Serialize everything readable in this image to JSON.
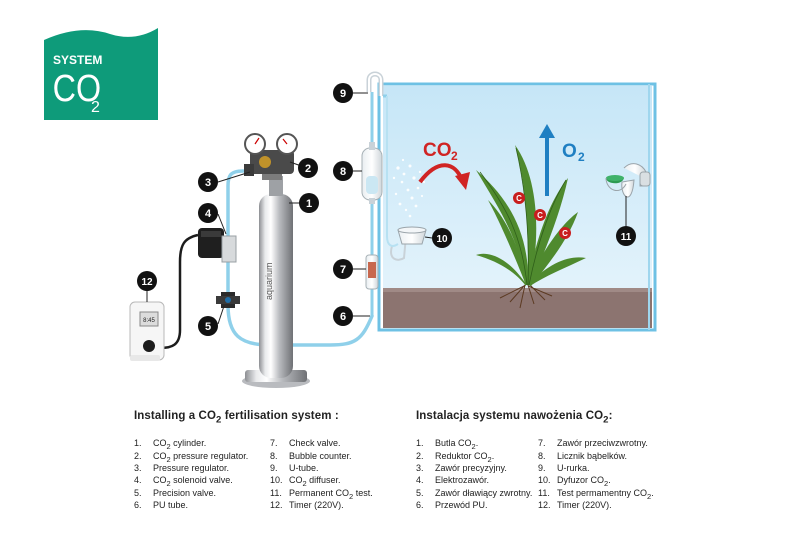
{
  "logo": {
    "line1": "SYSTEM",
    "line2": "CO",
    "line2_sub": "2",
    "color": "#0e9b7a"
  },
  "labels": {
    "co2": "CO",
    "co2_sub": "2",
    "o2": "O",
    "o2_sub": "2",
    "c": "C",
    "timer_display": "8:45"
  },
  "markers": [
    "1",
    "2",
    "3",
    "4",
    "5",
    "6",
    "7",
    "8",
    "9",
    "10",
    "11",
    "12"
  ],
  "colors": {
    "tube": "#8fd0ea",
    "water": "#d7eefa",
    "co2_arrow": "#d02424",
    "o2_arrow": "#1f7fc2",
    "substrate": "#8c7470",
    "logo": "#0e9b7a"
  },
  "legend_en": {
    "title_prefix": "Installing a CO",
    "title_sub": "2",
    "title_suffix": " fertilisation system :",
    "col1": [
      {
        "n": "1.",
        "pre": "CO",
        "sub": "2",
        "post": " cylinder."
      },
      {
        "n": "2.",
        "pre": "CO",
        "sub": "2",
        "post": " pressure regulator."
      },
      {
        "n": "3.",
        "pre": "Pressure regulator.",
        "sub": "",
        "post": ""
      },
      {
        "n": "4.",
        "pre": "CO",
        "sub": "2",
        "post": " solenoid valve."
      },
      {
        "n": "5.",
        "pre": "Precision valve.",
        "sub": "",
        "post": ""
      },
      {
        "n": "6.",
        "pre": "PU tube.",
        "sub": "",
        "post": ""
      }
    ],
    "col2": [
      {
        "n": "7.",
        "pre": "Check valve.",
        "sub": "",
        "post": ""
      },
      {
        "n": "8.",
        "pre": "Bubble counter.",
        "sub": "",
        "post": ""
      },
      {
        "n": "9.",
        "pre": "U-tube.",
        "sub": "",
        "post": ""
      },
      {
        "n": "10.",
        "pre": "CO",
        "sub": "2",
        "post": " diffuser."
      },
      {
        "n": "11.",
        "pre": "Permanent CO",
        "sub": "2",
        "post": " test."
      },
      {
        "n": "12.",
        "pre": "Timer (220V).",
        "sub": "",
        "post": ""
      }
    ]
  },
  "legend_pl": {
    "title_prefix": "Instalacja systemu nawożenia CO",
    "title_sub": "2",
    "title_suffix": ":",
    "col1": [
      {
        "n": "1.",
        "pre": "Butla CO",
        "sub": "2",
        "post": "."
      },
      {
        "n": "2.",
        "pre": "Reduktor CO",
        "sub": "2",
        "post": "."
      },
      {
        "n": "3.",
        "pre": "Zawór precyzyjny.",
        "sub": "",
        "post": ""
      },
      {
        "n": "4.",
        "pre": "Elektrozawór.",
        "sub": "",
        "post": ""
      },
      {
        "n": "5.",
        "pre": "Zawór dławiący zwrotny.",
        "sub": "",
        "post": ""
      },
      {
        "n": "6.",
        "pre": "Przewód PU.",
        "sub": "",
        "post": ""
      }
    ],
    "col2": [
      {
        "n": "7.",
        "pre": "Zawór przeciwzwrotny.",
        "sub": "",
        "post": ""
      },
      {
        "n": "8.",
        "pre": "Licznik bąbelków.",
        "sub": "",
        "post": ""
      },
      {
        "n": "9.",
        "pre": "U-rurka.",
        "sub": "",
        "post": ""
      },
      {
        "n": "10.",
        "pre": "Dyfuzor CO",
        "sub": "2",
        "post": "."
      },
      {
        "n": "11.",
        "pre": "Test permamentny CO",
        "sub": "2",
        "post": "."
      },
      {
        "n": "12.",
        "pre": "Timer (220V).",
        "sub": "",
        "post": ""
      }
    ]
  }
}
